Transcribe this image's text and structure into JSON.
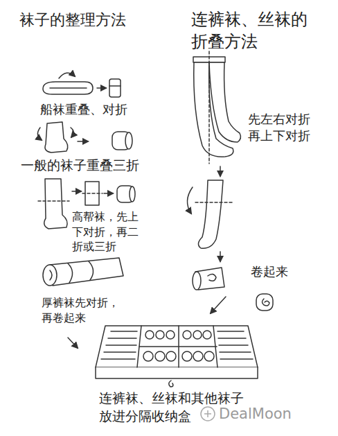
{
  "diagram": {
    "labels": [
      "袜子的整理方法",
      "连裤袜、丝袜的折叠方法",
      "船袜重叠、对折",
      "先左右对折再上下对折",
      "一般的袜子重叠三折",
      "高帮袜，先上下对折，再二折或三折",
      "卷起来",
      "厚裤袜先对折，再卷起来",
      "连裤袜、丝袜和其他袜子 放进分隔收纳盒",
      "DealMoon"
    ]
  }
}
